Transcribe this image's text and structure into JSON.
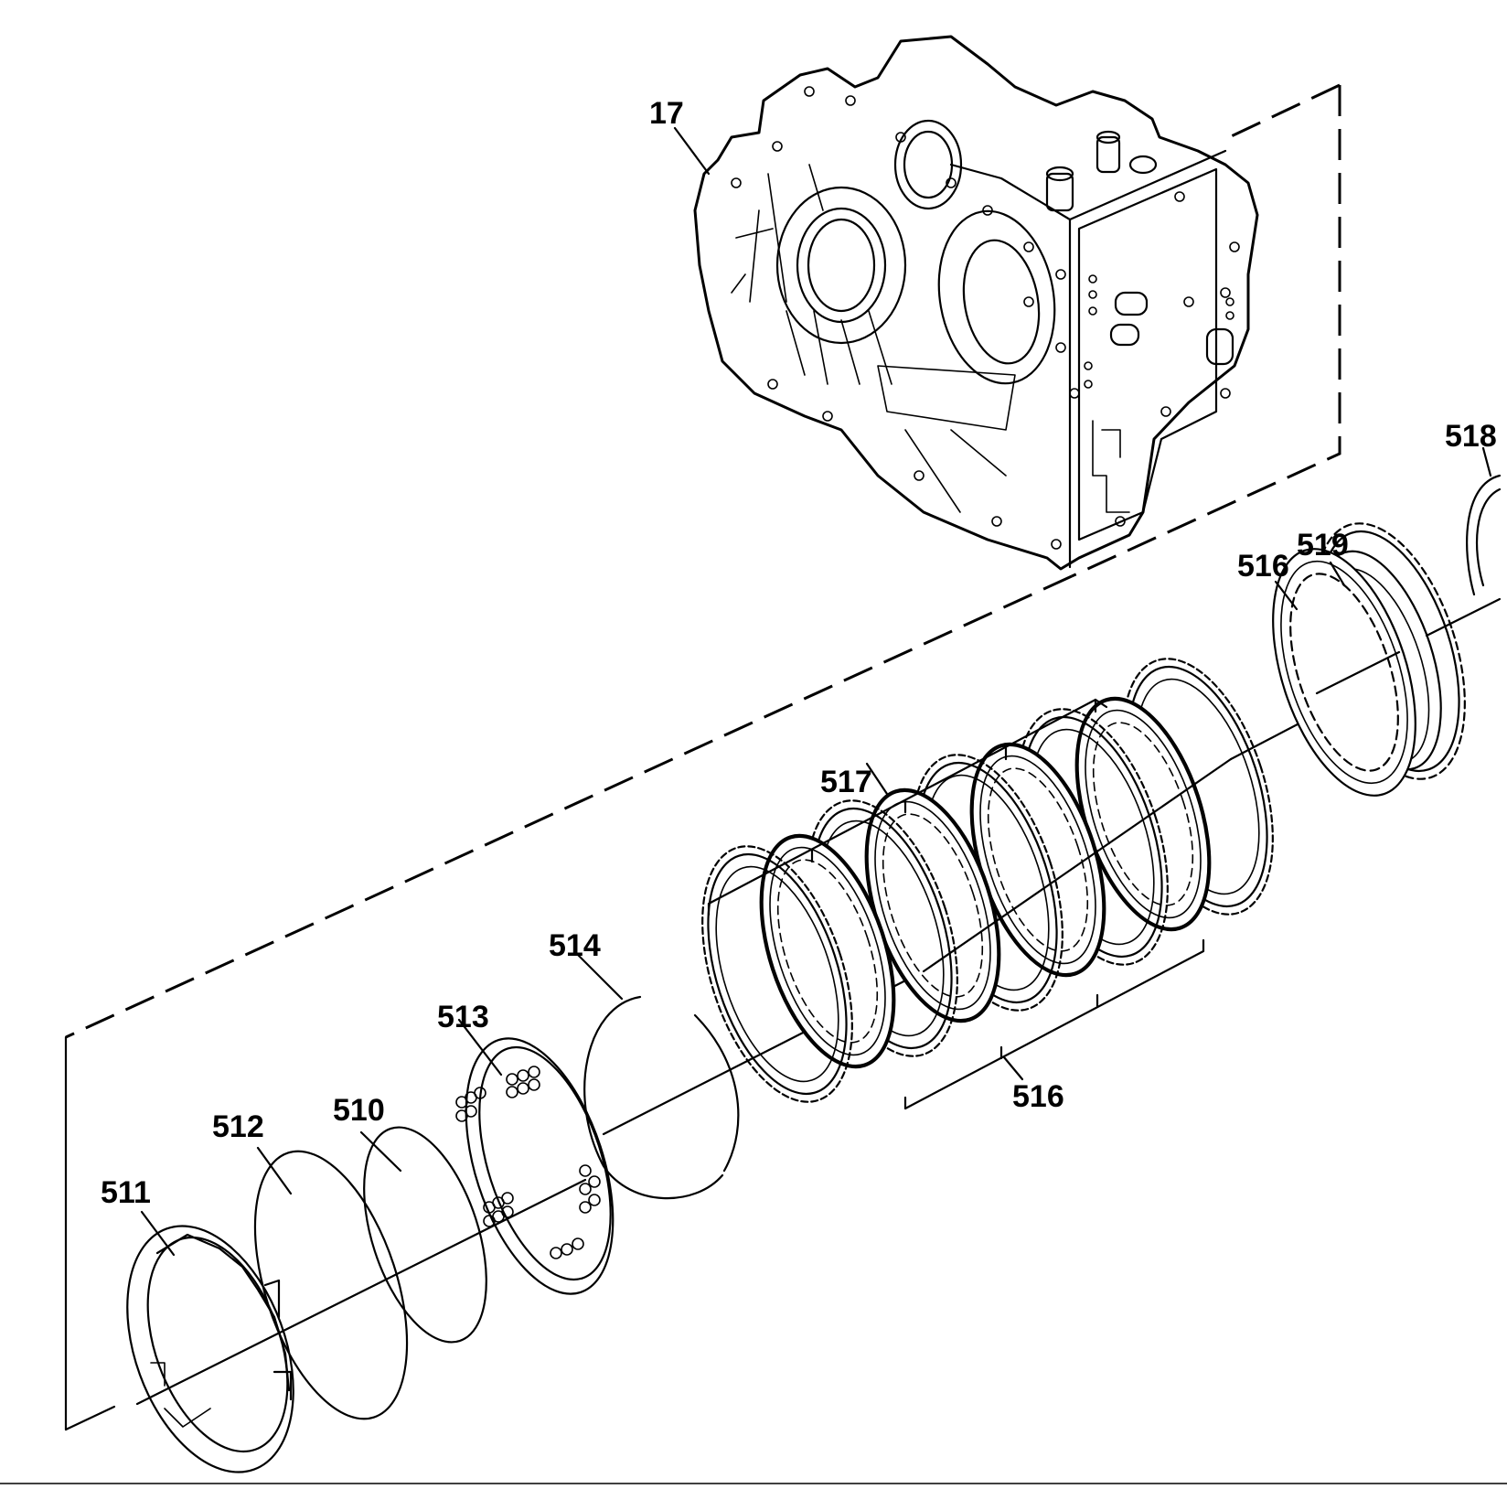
{
  "diagram": {
    "callouts": [
      {
        "id": "17",
        "text": "17"
      },
      {
        "id": "518",
        "text": "518"
      },
      {
        "id": "519",
        "text": "519"
      },
      {
        "id": "516a",
        "text": "516"
      },
      {
        "id": "517",
        "text": "517"
      },
      {
        "id": "514",
        "text": "514"
      },
      {
        "id": "513",
        "text": "513"
      },
      {
        "id": "512",
        "text": "512"
      },
      {
        "id": "510",
        "text": "510"
      },
      {
        "id": "511",
        "text": "511"
      },
      {
        "id": "516b",
        "text": "516"
      }
    ]
  }
}
